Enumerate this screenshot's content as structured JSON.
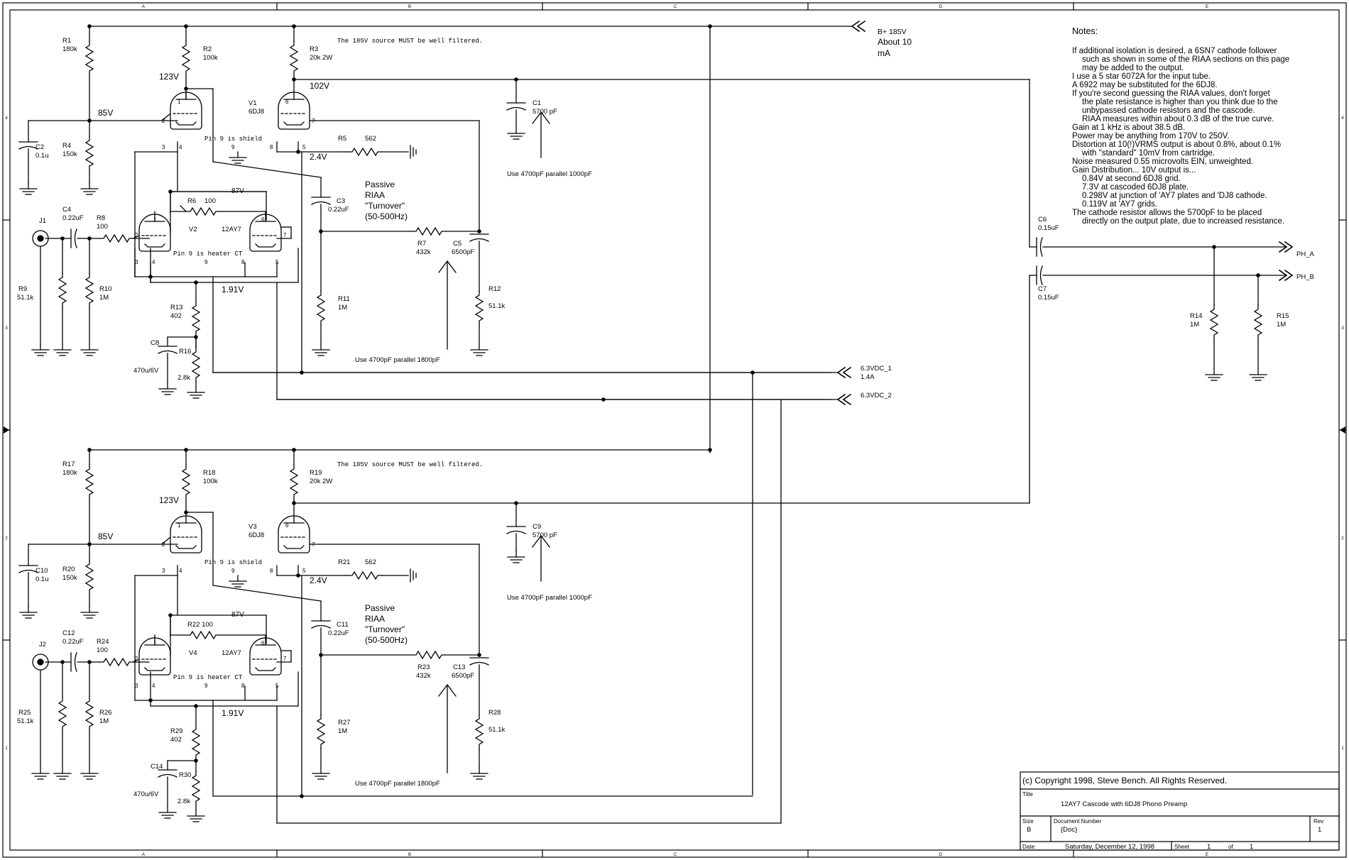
{
  "border": {
    "cols": [
      "A",
      "B",
      "C",
      "D",
      "E"
    ],
    "rows": [
      "4",
      "3",
      "2",
      "1"
    ]
  },
  "labels": {
    "b185": "B+ 185V",
    "about10": "About 10",
    "ma": "mA",
    "warn": "The 185V source MUST be well filtered.",
    "dc1": "6.3VDC_1",
    "dc1_amp": "1.4A",
    "dc2": "6.3VDC_2",
    "pha": "PH_A",
    "phb": "PH_B",
    "passive": "Passive",
    "riaa": "RIAA",
    "turnover": "\"Turnover\"",
    "turnrange": "(50-500Hz)",
    "use_c1": "Use 4700pF parallel 1000pF",
    "use_c5": "Use 4700pF parallel 1800pF",
    "shield": "Pin 9 is shield",
    "heater": "Pin 9 is heater CT"
  },
  "channel_a": {
    "v123": "123V",
    "v85": "85V",
    "v102": "102V",
    "v24": "2.4V",
    "v87": "87V",
    "v191": "1.91V",
    "R1": "R1",
    "R1v": "180k",
    "R2": "R2",
    "R2v": "100k",
    "R3": "R3",
    "R3v": "20k 2W",
    "R4": "R4",
    "R4v": "150k",
    "C2": "C2",
    "C2v": "0.1u",
    "V1": "V1",
    "V1v": "6DJ8",
    "R5": "R5",
    "R5v": "562",
    "C1": "C1",
    "C1v": "5700 pF",
    "R6": "R6",
    "R6v": "100",
    "V2": "V2",
    "V2v": "12AY7",
    "C3": "C3",
    "C3v": "0.22uF",
    "J1": "J1",
    "C4": "C4",
    "C4v": "0.22uF",
    "R8": "R8",
    "R8v": "100",
    "R7": "R7",
    "R7v": "432k",
    "C5": "C5",
    "C5v": "6500pF",
    "R9": "R9",
    "R9v": "51.1k",
    "R10": "R10",
    "R10v": "1M",
    "R11": "R11",
    "R11v": "1M",
    "R12": "R12",
    "R12v": "51.1k",
    "R13": "R13",
    "R13v": "402",
    "C8": "C8",
    "C8v": "470u/6V",
    "R16": "R16",
    "R16v": "2.8k"
  },
  "channel_b": {
    "v123": "123V",
    "v85": "85V",
    "v24": "2.4V",
    "v87": "87V",
    "v191": "1.91V",
    "R1": "R17",
    "R1v": "180k",
    "R2": "R18",
    "R2v": "100k",
    "R3": "R19",
    "R3v": "20k 2W",
    "R4": "R20",
    "R4v": "150k",
    "C2": "C10",
    "C2v": "0.1u",
    "V1": "V3",
    "V1v": "6DJ8",
    "R5": "R21",
    "R5v": "562",
    "C1": "C9",
    "C1v": "5700 pF",
    "R6": "R22 100",
    "V2": "V4",
    "V2v": "12AY7",
    "C3": "C11",
    "C3v": "0.22uF",
    "J1": "J2",
    "C4": "C12",
    "C4v": "0.22uF",
    "R8": "R24",
    "R8v": "100",
    "R7": "R23",
    "R7v": "432k",
    "C5": "C13",
    "C5v": "6500pF",
    "R9": "R25",
    "R9v": "51.1k",
    "R10": "R26",
    "R10v": "1M",
    "R11": "R27",
    "R11v": "1M",
    "R12": "R28",
    "R12v": "51.1k",
    "R13": "R29",
    "R13v": "402",
    "C8": "C14",
    "C8v": "470u/6V",
    "R16": "R30",
    "R16v": "2.8k"
  },
  "output": {
    "C6": "C6",
    "C6v": "0.15uF",
    "C7": "C7",
    "C7v": "0.15uF",
    "R14": "R14",
    "R14v": "1M",
    "R15": "R15",
    "R15v": "1M"
  },
  "notes": {
    "title": "Notes:",
    "lines": [
      {
        "t": "If additional isolation is desired, a 6SN7 cathode follower",
        "indent": 0
      },
      {
        "t": "such as shown in some of the RIAA sections on this page",
        "indent": 1
      },
      {
        "t": "may be added to the output.",
        "indent": 1
      },
      {
        "t": "I use a 5 star 6072A for the input tube.",
        "indent": 0
      },
      {
        "t": "A 6922 may be substituted for the 6DJ8.",
        "indent": 0
      },
      {
        "t": "If you're second guessing the RIAA values, don't forget",
        "indent": 0
      },
      {
        "t": "the plate resistance is higher than you think due to the",
        "indent": 1
      },
      {
        "t": "unbypassed cathode resistors and the cascode.",
        "indent": 1
      },
      {
        "t": "RIAA measures within about 0.3 dB of the true curve.",
        "indent": 3
      },
      {
        "t": "Gain at 1 kHz is about 38.5 dB.",
        "indent": 0
      },
      {
        "t": "Power may be anything from 170V to 250V.",
        "indent": 0
      },
      {
        "t": "Distortion at 10(!)VRMS output is about 0.8%, about 0.1%",
        "indent": 0
      },
      {
        "t": "with \"standard\" 10mV from cartridge.",
        "indent": 1
      },
      {
        "t": "Noise measured 0.55 microvolts EIN, unweighted.",
        "indent": 0
      },
      {
        "t": "Gain Distribution... 10V output is...",
        "indent": 0
      },
      {
        "t": "0.84V at second 6DJ8 grid.",
        "indent": 3
      },
      {
        "t": "7.3V at cascoded 6DJ8 plate.",
        "indent": 3
      },
      {
        "t": "0.298V at junction of 'AY7 plates and 'DJ8 cathode.",
        "indent": 3
      },
      {
        "t": "0.119V at 'AY7 grids.",
        "indent": 3
      },
      {
        "t": "The cathode resistor allows the 5700pF to be placed",
        "indent": 0
      },
      {
        "t": "directly on the output plate, due to increased resistance.",
        "indent": 1
      }
    ]
  },
  "title_block": {
    "copyright": "(c) Copyright 1998, Steve Bench. All Rights Reserved.",
    "title_label": "Title",
    "title": "12AY7 Cascode with 6DJ8 Phono Preamp",
    "size_label": "Size",
    "size": "B",
    "docnum_label": "Document Number",
    "docnum": "{Doc}",
    "rev_label": "Rev",
    "rev": "1",
    "date_label": "Date:",
    "date": "Saturday, December 12, 1998",
    "sheet_label": "Sheet",
    "sheet": "1",
    "of_label": "of",
    "of": "1"
  }
}
